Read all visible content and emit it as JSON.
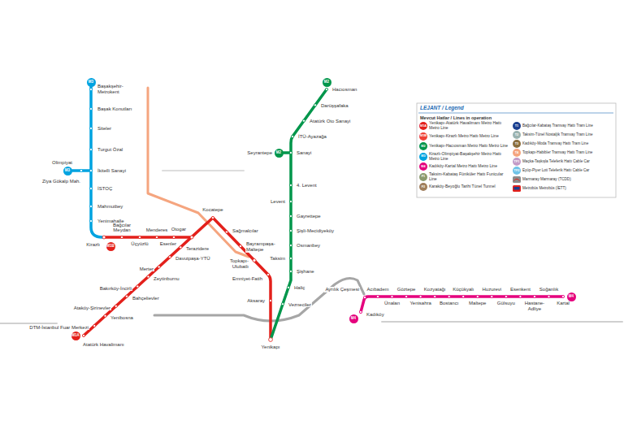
{
  "diagram": {
    "labels": [
      "LEJANT / Legend",
      "Mevcut Hatlar / Lines in operation",
      "M1A",
      "M1B",
      "M2",
      "M3",
      "M4",
      "F1",
      "F2",
      "T1",
      "T2",
      "T3",
      "T4",
      "TF1",
      "TF2",
      "M1A",
      "M2",
      "M2",
      "M3",
      "M3",
      "M1B",
      "M4",
      "M4",
      "Başakşehir-Metrokent",
      "Başak Konutları",
      "Siteler",
      "Turgut Özal",
      "İkitelli Sanayi",
      "Ziya Gökalp Mah.",
      "Olimpiyat",
      "İSTOÇ",
      "Mahmutbey",
      "Yenimahalle",
      "Kirazlı",
      "Bağcılar Meydan",
      "Üçyüzlü",
      "Menderes",
      "Esenler",
      "Otogar",
      "Terazidere",
      "Davutpaşa-YTÜ",
      "Merter",
      "Zeytinburnu",
      "Bakırköy-İncirli",
      "Bahçelievler",
      "Ataköy-Şirinevler",
      "Yenibosna",
      "DTM-İstanbul Fuar Merkezi",
      "Atatürk Havalimanı",
      "Kocatepe",
      "Sağmalcılar",
      "Bayrampaşa-Maltepe",
      "Topkapı-Ulubatlı",
      "Emniyet-Fatih",
      "Aksaray",
      "Yenikapı",
      "Hacıosman",
      "Darüşşafaka",
      "Atatürk Oto Sanayi",
      "İTÜ-Ayazağa",
      "Sanayi",
      "Seyrantepe",
      "4. Levent",
      "Levent",
      "Gayrettepe",
      "Şişli-Mecidiyeköy",
      "Osmanbey",
      "Taksim",
      "Şişhane",
      "Haliç",
      "Vezneciler",
      "Kadıköy",
      "Ayrılık Çeşmesi",
      "Acıbadem",
      "Ünalan",
      "Göztepe",
      "Yenisahra",
      "Kozyatağı",
      "Bostancı",
      "Küçükyalı",
      "Maltepe",
      "Huzurevi",
      "Gülsuyu",
      "Esenkent",
      "Hastane-Adliye",
      "Soğanlık",
      "Kartal"
    ],
    "legend": [
      {
        "text": "Yenikapı-Atatürk Havalimanı Metro Hattı Metro Line",
        "color": "#e3201b"
      },
      {
        "text": "Yenikapı-Kirazlı Metro Hattı Metro Line",
        "color": "#ef4136"
      },
      {
        "text": "Yenikapı-Hacıosman Metro Hattı Metro Line",
        "color": "#00964b"
      },
      {
        "text": "Kirazlı-Olimpiyat-Başakşehir Metro Hattı Metro Line",
        "color": "#00a3e0"
      },
      {
        "text": "Kadıköy-Kartal Metro Hattı Metro Line",
        "color": "#e5007d"
      },
      {
        "text": "Taksim-Kabataş Füniküler Hattı Funicular Line",
        "color": "#8c9a6e"
      },
      {
        "text": "Karaköy-Beyoğlu Tarihi Tünel Tunnel",
        "color": "#a07e5c"
      },
      {
        "text": "Bağcılar-Kabataş Tramvay Hattı Tram Line",
        "color": "#1b3f8f"
      },
      {
        "text": "Taksim-Tünel Nostaljik Tramvay Tram Line",
        "color": "#9bb3b0"
      },
      {
        "text": "Kadıköy-Moda Tramvay Hattı Tram Line",
        "color": "#8b6f3e"
      },
      {
        "text": "Topkapı-Habibler Tramvay Hattı Tram Line",
        "color": "#f5a57f"
      },
      {
        "text": "Maçka-Taşkışla Teleferik Hattı Cable Car",
        "color": "#c39bc7"
      },
      {
        "text": "Eyüp-Piyer Loti Teleferik Hattı Cable Car",
        "color": "#6fc3e8"
      },
      {
        "text": "Marmaray Marmaray (TCDD)"
      },
      {
        "text": "Metrobüs Metrobüs (İETT)"
      }
    ]
  }
}
